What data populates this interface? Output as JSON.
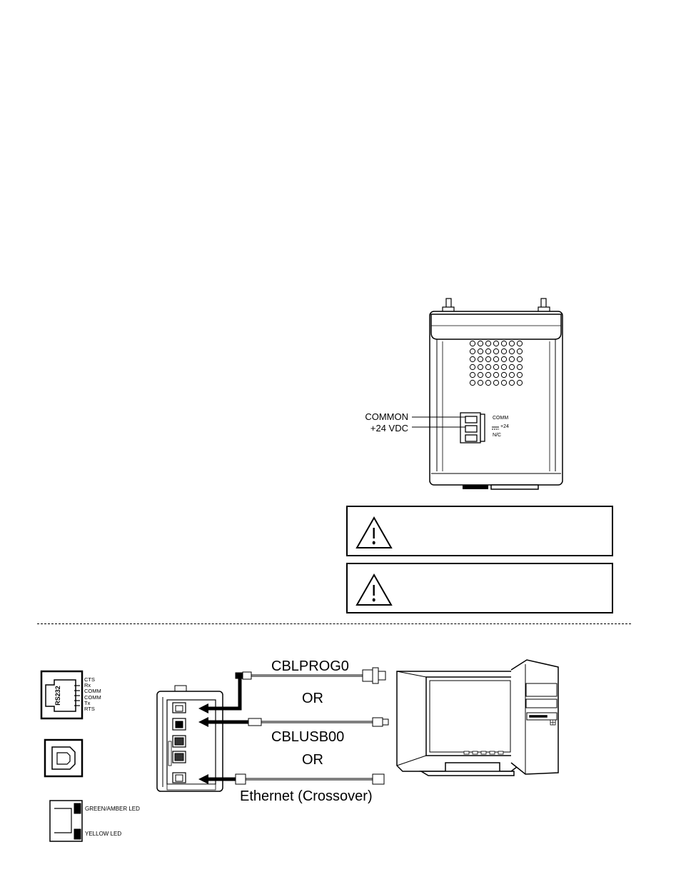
{
  "power_diagram": {
    "common_label": "COMMON",
    "vdc_label": "+24 VDC",
    "terminal_comm": "COMM",
    "terminal_24": "+24",
    "terminal_nc": "N/C"
  },
  "warnings": [
    {
      "icon": "warning-triangle-icon"
    },
    {
      "icon": "warning-triangle-icon"
    }
  ],
  "connection_diagram": {
    "cable_prog": "CBLPROG0",
    "or_1": "OR",
    "cable_usb": "CBLUSB00",
    "or_2": "OR",
    "ethernet": "Ethernet (Crossover)"
  },
  "rs232_port": {
    "label": "RS232",
    "pins": [
      "CTS",
      "Rx",
      "COMM",
      "COMM",
      "Tx",
      "RTS"
    ]
  },
  "ethernet_port": {
    "led_top": "GREEN/AMBER LED",
    "led_bottom": "YELLOW LED"
  }
}
